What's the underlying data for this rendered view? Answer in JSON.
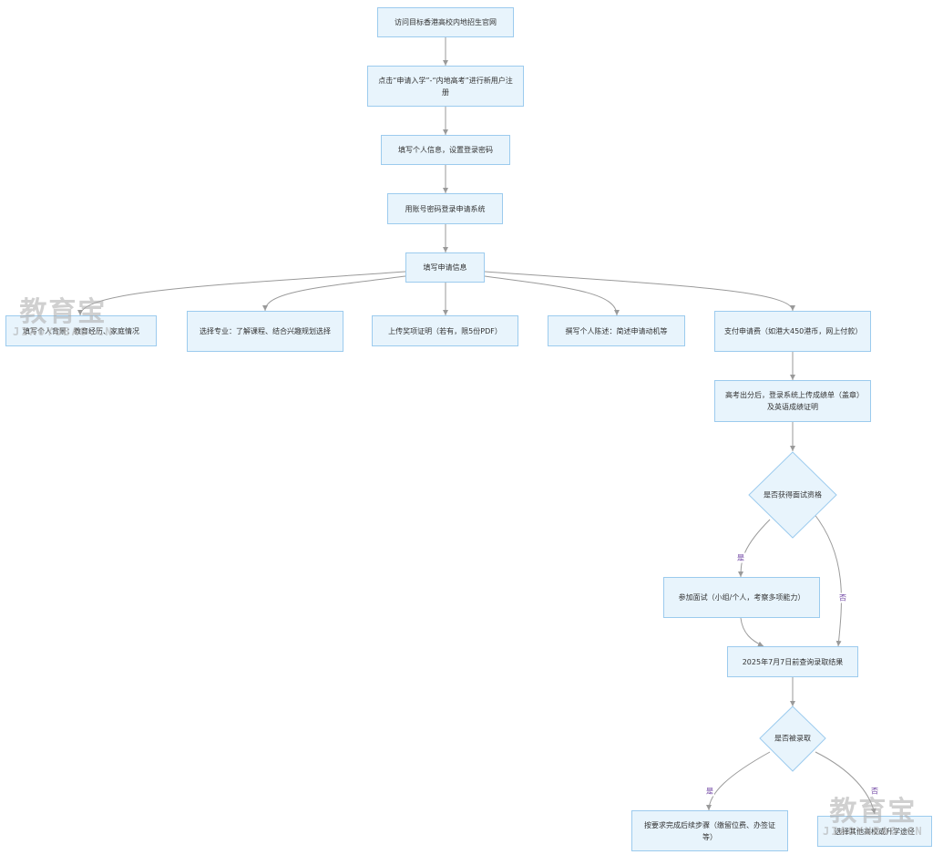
{
  "nodes": {
    "visit_site": "访问目标香港高校内地招生官网",
    "register": "点击“申请入学”-“内地高考”进行新用户注册",
    "personal_info": "填写个人信息，设置登录密码",
    "login": "用账号密码登录申请系统",
    "fill_application": "填写申请信息",
    "background": "填写个人背景：教育经历、家庭情况",
    "choose_major": "选择专业：了解课程、结合兴趣规划选择",
    "upload_awards": "上传奖项证明（若有，限5份PDF）",
    "personal_statement": "撰写个人陈述：简述申请动机等",
    "pay_fee": "支付申请费（如港大450港币，网上付款）",
    "upload_scores": "高考出分后，登录系统上传成绩单（盖章）及英语成绩证明",
    "interview_decision": "是否获得面试资格",
    "attend_interview": "参加面试（小组/个人，考察多项能力）",
    "check_result": "2025年7月7日前查询录取结果",
    "admitted_decision": "是否被录取",
    "follow_up": "按要求完成后续步骤（缴留位费、办签证等）",
    "other_options": "选择其他高校或升学途径"
  },
  "edge_labels": {
    "interview_yes": "是",
    "interview_no": "否",
    "admitted_yes": "是",
    "admitted_no": "否"
  },
  "watermark": {
    "main": "教育宝",
    "sub": "JIAOYUBAO.CN"
  },
  "colors": {
    "node_fill": "#e8f4fc",
    "node_border": "#9ccbee",
    "edge": "#9a9a9a",
    "edge_label": "#6b3fa0"
  }
}
